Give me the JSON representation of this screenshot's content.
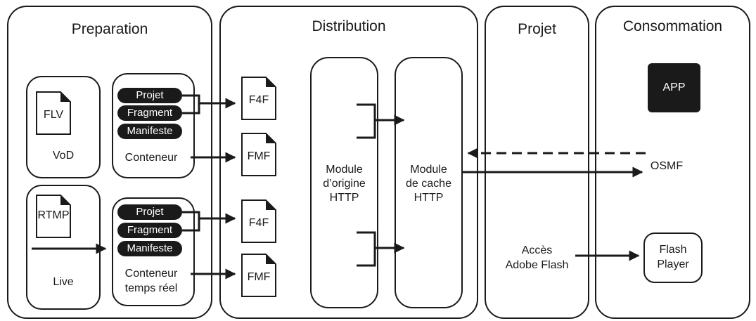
{
  "panels": {
    "preparation": "Preparation",
    "distribution": "Distribution",
    "projet": "Projet",
    "consommation": "Consommation"
  },
  "vod": {
    "file": "FLV",
    "label": "VoD"
  },
  "live": {
    "file": "RTMP",
    "label": "Live"
  },
  "container_top": {
    "pills": [
      "Projet",
      "Fragment",
      "Manifeste"
    ],
    "label": "Conteneur"
  },
  "container_bottom": {
    "pills": [
      "Projet",
      "Fragment",
      "Manifeste"
    ],
    "label_line1": "Conteneur",
    "label_line2": "temps réel"
  },
  "files": {
    "f4f_top": "F4F",
    "fmf_top": "FMF",
    "f4f_bottom": "F4F",
    "fmf_bottom": "FMF"
  },
  "origin_module": {
    "line1": "Module",
    "line2": "d’origine",
    "line3": "HTTP"
  },
  "cache_module": {
    "line1": "Module",
    "line2": "de cache",
    "line3": "HTTP"
  },
  "projet_access": {
    "line1": "Accès",
    "line2": "Adobe Flash"
  },
  "consommation": {
    "app": "APP",
    "osmf": "OSMF",
    "player_line1": "Flash",
    "player_line2": "Player"
  },
  "colors": {
    "ink": "#1a1a1a",
    "paper": "#ffffff"
  }
}
